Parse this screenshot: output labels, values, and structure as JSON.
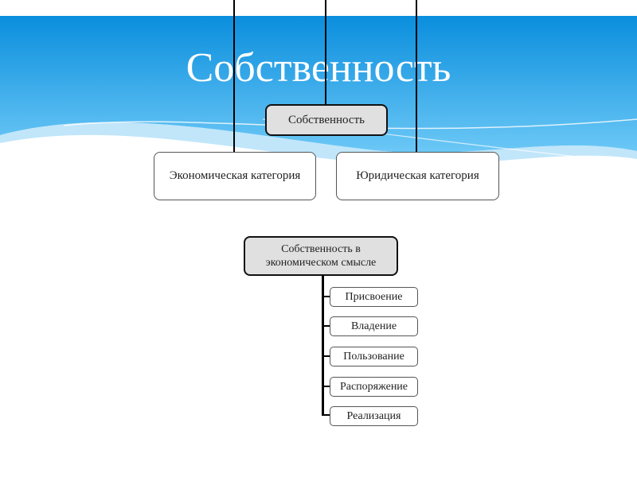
{
  "slide": {
    "title": "Собственность"
  },
  "diagram1": {
    "root": "Собственность",
    "children": [
      "Экономическая категория",
      "Юридическая категория"
    ]
  },
  "diagram2": {
    "root": "Собственность в экономическом смысле",
    "children": [
      "Присвоение",
      "Владение",
      "Пользование",
      "Распоряжение",
      "Реализация"
    ]
  },
  "colors": {
    "banner_top": "#0a8edd",
    "banner_bottom": "#5ec0f5"
  }
}
